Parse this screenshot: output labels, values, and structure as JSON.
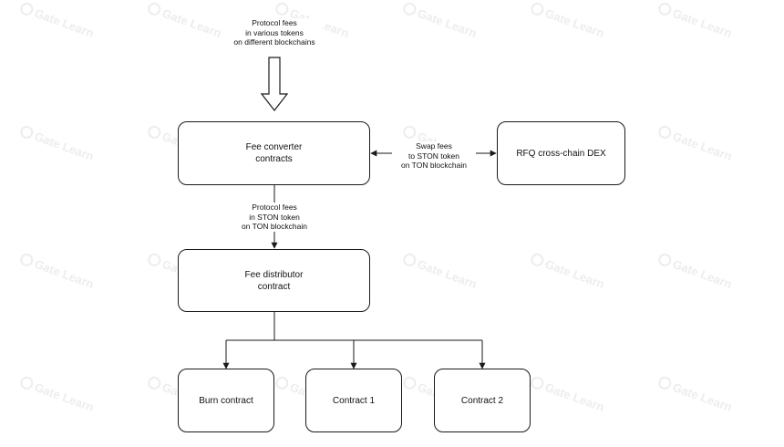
{
  "watermark": "Gate Learn",
  "labels": {
    "input_fees": "Protocol fees\nin various tokens\non different blockchains",
    "swap_fees": "Swap fees\nto STON token\non TON blockchain",
    "ston_fees": "Protocol fees\nin STON token\non TON blockchain"
  },
  "nodes": {
    "fee_converter": "Fee converter\ncontracts",
    "rfq_dex": "RFQ cross-chain DEX",
    "fee_distributor": "Fee distributor\ncontract",
    "burn": "Burn contract",
    "contract1": "Contract 1",
    "contract2": "Contract 2"
  },
  "colors": {
    "stroke": "#1a1a1a",
    "watermark": "#ededed"
  }
}
